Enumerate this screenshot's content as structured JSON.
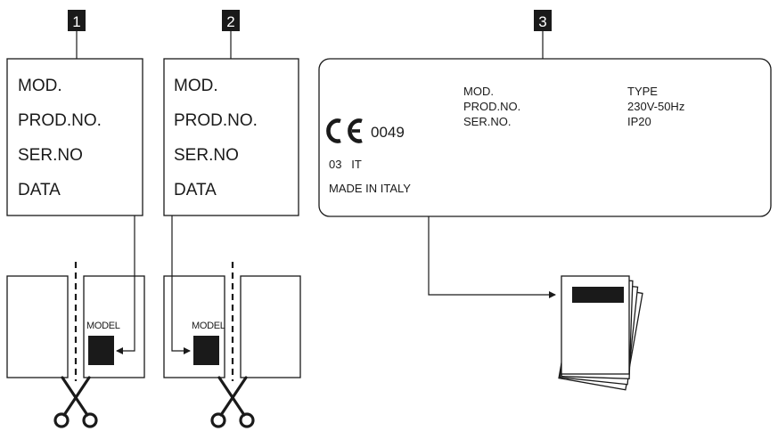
{
  "badges": [
    "1",
    "2",
    "3"
  ],
  "label_fields": [
    "MOD.",
    "PROD.NO.",
    "SER.NO",
    "DATA"
  ],
  "model_tag": "MODEL",
  "plate": {
    "ce_number": "0049",
    "year_country": "03   IT",
    "made_in": "MADE IN ITALY",
    "fields": [
      "MOD.",
      "PROD.NO.",
      "SER.NO."
    ],
    "values": [
      "TYPE",
      "230V-50Hz",
      "IP20"
    ]
  }
}
